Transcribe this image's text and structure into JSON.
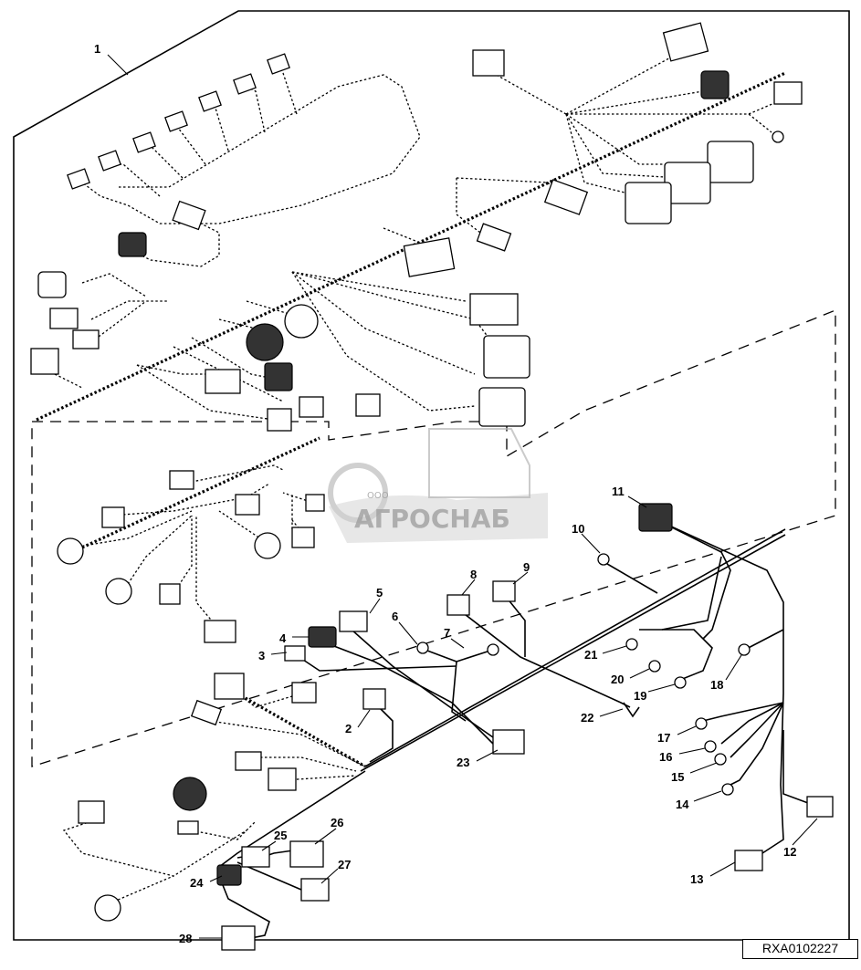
{
  "labels": [
    "1",
    "2",
    "3",
    "4",
    "5",
    "6",
    "7",
    "8",
    "9",
    "10",
    "11",
    "12",
    "13",
    "14",
    "15",
    "16",
    "17",
    "18",
    "19",
    "20",
    "21",
    "22",
    "23",
    "24",
    "25",
    "26",
    "27",
    "28"
  ],
  "reference_code": "RXA0102227",
  "watermark": {
    "small_text": "ООО",
    "brand": "АГРОСНАБ"
  }
}
